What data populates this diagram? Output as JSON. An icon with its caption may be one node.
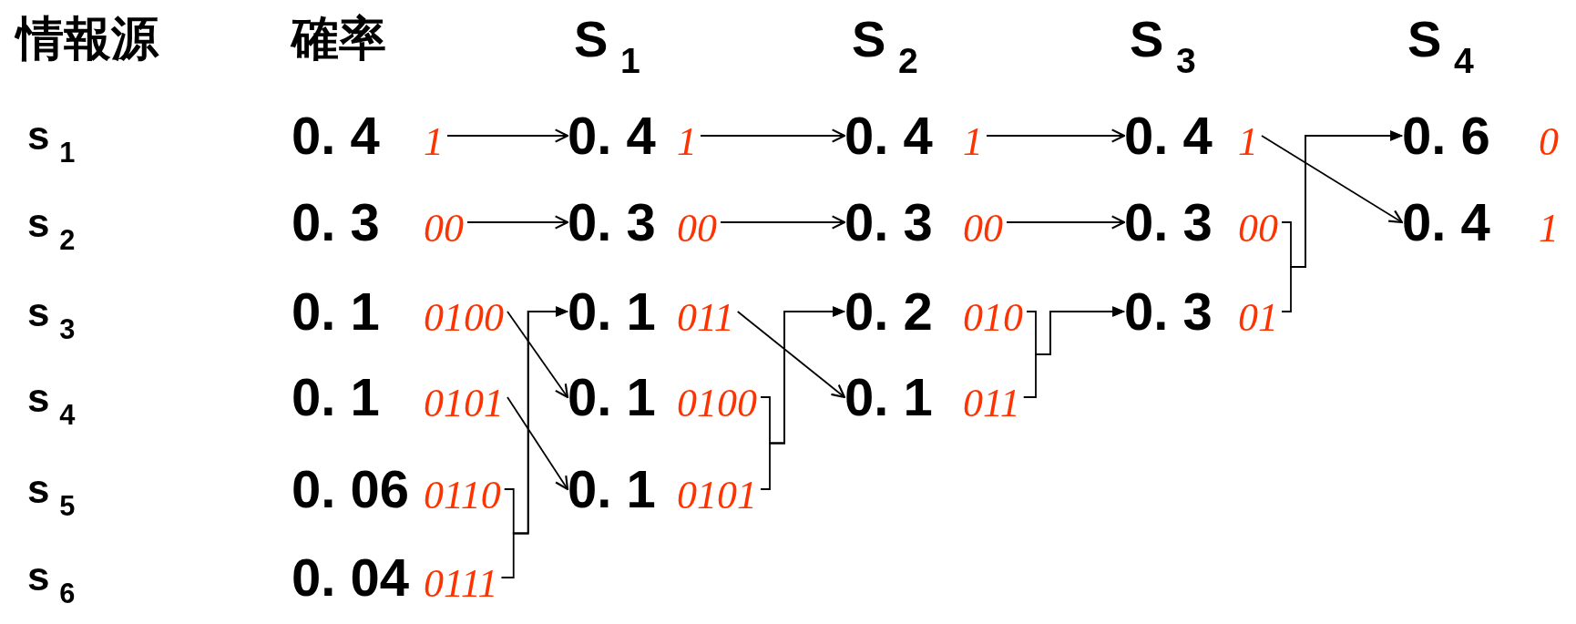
{
  "diagram": {
    "nodes": [
      {
        "text": [
          "0. 4"
        ],
        "beside": [
          "1"
        ]
      },
      {
        "text": [
          "0. 3"
        ],
        "beside": [
          "00"
        ]
      },
      {
        "text": [
          "0. 1"
        ],
        "beside": [
          "0100"
        ]
      },
      {
        "text": [
          "0. 1"
        ],
        "beside": [
          "0101"
        ]
      },
      {
        "text": [
          "0. 06"
        ],
        "beside": [
          "0110"
        ]
      },
      {
        "text": [
          "0. 04"
        ],
        "beside": [
          "0111"
        ]
      },
      {
        "text": [
          "0. 4"
        ],
        "beside": [
          "1"
        ]
      },
      {
        "text": [
          "0. 3"
        ],
        "beside": [
          "00"
        ]
      },
      {
        "text": [
          "0. 1"
        ],
        "beside": [
          "011"
        ]
      },
      {
        "text": [
          "0. 1"
        ],
        "beside": [
          "0100"
        ]
      },
      {
        "text": [
          "0. 1"
        ],
        "beside": [
          "0101"
        ]
      },
      {
        "text": [
          "0. 4"
        ],
        "beside": [
          "1"
        ]
      },
      {
        "text": [
          "0. 3"
        ],
        "beside": [
          "00"
        ]
      },
      {
        "text": [
          "0. 2"
        ],
        "beside": [
          "010"
        ]
      },
      {
        "text": [
          "0. 1"
        ],
        "beside": [
          "011"
        ]
      },
      {
        "text": [
          "0. 4"
        ],
        "beside": [
          "1"
        ]
      },
      {
        "text": [
          "0. 3"
        ],
        "beside": [
          "00"
        ]
      },
      {
        "text": [
          "0. 3"
        ],
        "beside": [
          "01"
        ]
      },
      {
        "text": [
          "0. 6"
        ],
        "beside": [
          "0"
        ]
      },
      {
        "text": [
          "0. 4"
        ],
        "beside": [
          "1"
        ]
      }
    ],
    "edges": [
      {
        "from": 0,
        "to": 6,
        "arrow": "to"
      },
      {
        "from": 1,
        "to": 7,
        "arrow": "to"
      },
      {
        "from": 2,
        "to": 9,
        "arrow": "to"
      },
      {
        "from": 3,
        "to": 10,
        "arrow": "to"
      },
      {
        "from": 4,
        "to": 8,
        "arrow": "to"
      },
      {
        "from": 5,
        "to": 8,
        "arrow": "to"
      },
      {
        "from": 6,
        "to": 11,
        "arrow": "to"
      },
      {
        "from": 7,
        "to": 12,
        "arrow": "to"
      },
      {
        "from": 8,
        "to": 14,
        "arrow": "to"
      },
      {
        "from": 9,
        "to": 13,
        "arrow": "to"
      },
      {
        "from": 10,
        "to": 13,
        "arrow": "to"
      },
      {
        "from": 11,
        "to": 15,
        "arrow": "to"
      },
      {
        "from": 12,
        "to": 16,
        "arrow": "to"
      },
      {
        "from": 13,
        "to": 17,
        "arrow": "to"
      },
      {
        "from": 14,
        "to": 17,
        "arrow": "to"
      },
      {
        "from": 15,
        "to": 19,
        "arrow": "to"
      },
      {
        "from": 16,
        "to": 18,
        "arrow": "to"
      },
      {
        "from": 17,
        "to": 18,
        "arrow": "to"
      }
    ],
    "labels": [
      "情報源",
      "確率",
      "S$_{1}$",
      "S$_{2}$",
      "S$_{3}$",
      "S$_{4}$",
      "s$_{1}$",
      "s$_{2}$",
      "s$_{3}$",
      "s$_{4}$",
      "s$_{5}$",
      "s$_{6}$"
    ]
  }
}
